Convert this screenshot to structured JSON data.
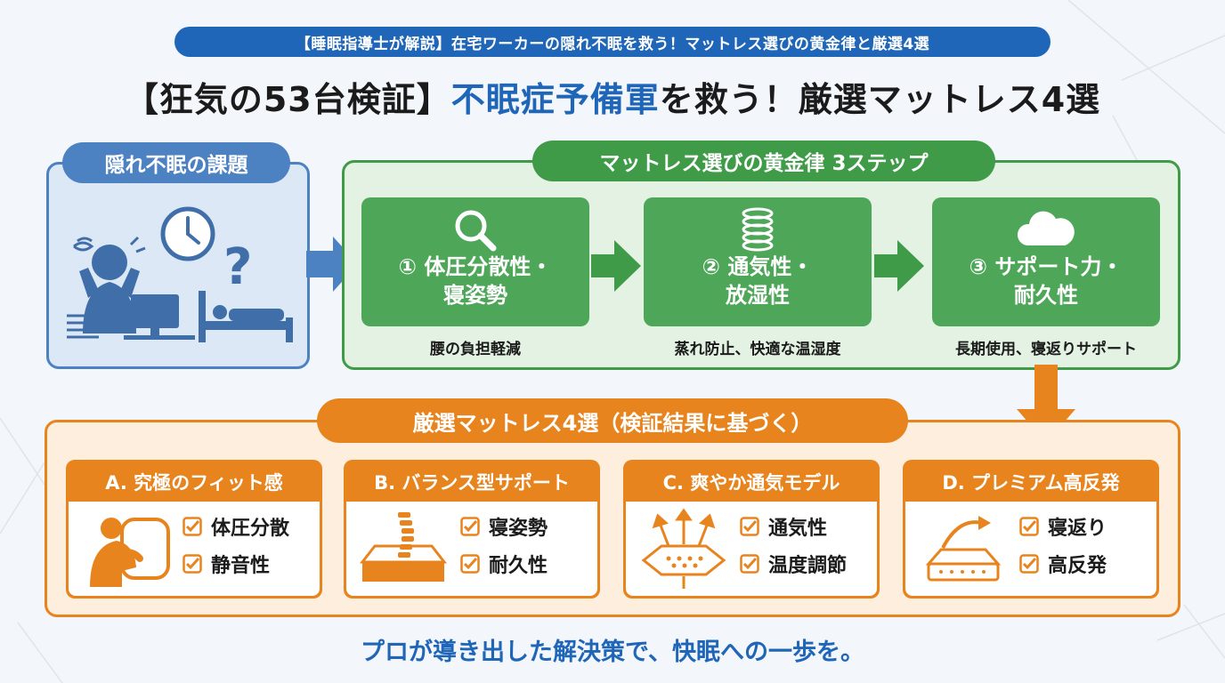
{
  "banner": "【睡眠指導士が解説】在宅ワーカーの隠れ不眠を救う！マットレス選びの黄金律と厳選4選",
  "title": {
    "part1": "【狂気の53台検証】",
    "highlight": "不眠症予備軍",
    "part2": "を救う！厳選マットレス4選"
  },
  "issue": {
    "label": "隠れ不眠の課題",
    "icons": [
      "stressed-worker-icon",
      "clock-icon",
      "question-mark-icon",
      "bed-icon",
      "computer-icon"
    ]
  },
  "steps": {
    "label": "マットレス選びの黄金律 3ステップ",
    "items": [
      {
        "text": "① 体圧分散性・\n寝姿勢",
        "sub": "腰の負担軽減",
        "icon": "magnifier-icon"
      },
      {
        "text": "② 通気性・\n放湿性",
        "sub": "蒸れ防止、快適な温湿度",
        "icon": "spring-coil-icon"
      },
      {
        "text": "③ サポート力・\n耐久性",
        "sub": "長期使用、寝返りサポート",
        "icon": "cloud-icon"
      }
    ]
  },
  "picks": {
    "label": "厳選マットレス4選（検証結果に基づく）",
    "items": [
      {
        "head": "A. 究極のフィット感",
        "f1": "体圧分散",
        "f2": "静音性",
        "icon": "hugging-pillow-icon"
      },
      {
        "head": "B. バランス型サポート",
        "f1": "寝姿勢",
        "f2": "耐久性",
        "icon": "spine-mattress-icon"
      },
      {
        "head": "C. 爽やか通気モデル",
        "f1": "通気性",
        "f2": "温度調節",
        "icon": "airflow-mattress-icon"
      },
      {
        "head": "D. プレミアム高反発",
        "f1": "寝返り",
        "f2": "高反発",
        "icon": "rebound-mattress-icon"
      }
    ]
  },
  "footer": "プロが導き出した解決策で、快眠への一歩を。",
  "colors": {
    "blue": "#1f66b8",
    "green": "#3f9b48",
    "orange": "#e8841e"
  }
}
